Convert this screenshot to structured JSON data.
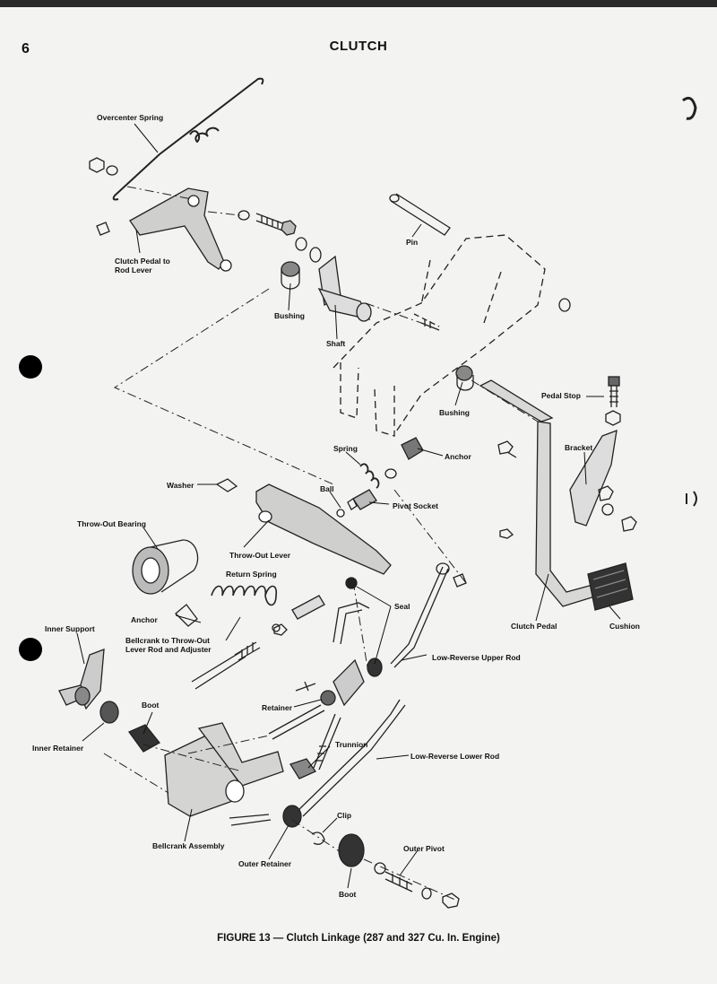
{
  "page": {
    "number": "6",
    "section": "CLUTCH"
  },
  "caption": "FIGURE 13 — Clutch Linkage (287 and 327 Cu. In. Engine)",
  "labels": {
    "overcenter_spring": "Overcenter Spring",
    "clutch_pedal_to_rod_lever": "Clutch Pedal to\nRod Lever",
    "pin": "Pin",
    "bushing_top": "Bushing",
    "shaft": "Shaft",
    "pedal_stop": "Pedal Stop",
    "bushing_right": "Bushing",
    "spring": "Spring",
    "anchor_top": "Anchor",
    "bracket": "Bracket",
    "washer": "Washer",
    "ball": "Ball",
    "pivot_socket": "Pivot Socket",
    "throw_out_bearing": "Throw-Out Bearing",
    "throw_out_lever": "Throw-Out Lever",
    "return_spring": "Return Spring",
    "seal": "Seal",
    "clutch_pedal": "Clutch Pedal",
    "cushion": "Cushion",
    "anchor_left": "Anchor",
    "bellcrank_rod": "Bellcrank to Throw-Out\nLever Rod and Adjuster",
    "inner_support": "Inner Support",
    "low_reverse_upper_rod": "Low-Reverse Upper Rod",
    "retainer": "Retainer",
    "boot_top": "Boot",
    "inner_retainer": "Inner Retainer",
    "trunnion": "Trunnion",
    "low_reverse_lower_rod": "Low-Reverse Lower Rod",
    "clip": "Clip",
    "bellcrank_assembly": "Bellcrank Assembly",
    "outer_pivot": "Outer Pivot",
    "outer_retainer": "Outer Retainer",
    "boot_bottom": "Boot"
  }
}
